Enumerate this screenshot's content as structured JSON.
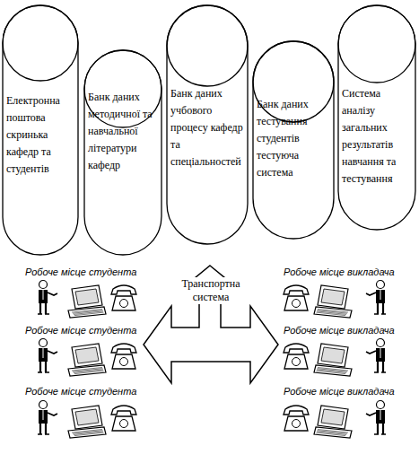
{
  "diagram": {
    "nodes": [
      {
        "text": [
          "Електронна поштова скринька кафедр та студентів"
        ]
      },
      {
        "text": [
          "Банк даних методичної та навчальної літератури кафедр"
        ]
      },
      {
        "text": [
          "Банк даних учбового процесу кафедр та спеціальностей"
        ]
      },
      {
        "text": [
          "Банк даних тестування студентів тестуюча система"
        ]
      },
      {
        "text": [
          "Система аналізу загальних результатів навчання та тестування"
        ]
      },
      {
        "text": [
          "Транспортна система"
        ]
      }
    ],
    "labels": [
      "Робоче місце студента",
      "Робоче місце викладача",
      "Робоче місце студента",
      "Робоче місце викладача",
      "Робоче місце студента",
      "Робоче місце викладача"
    ]
  }
}
